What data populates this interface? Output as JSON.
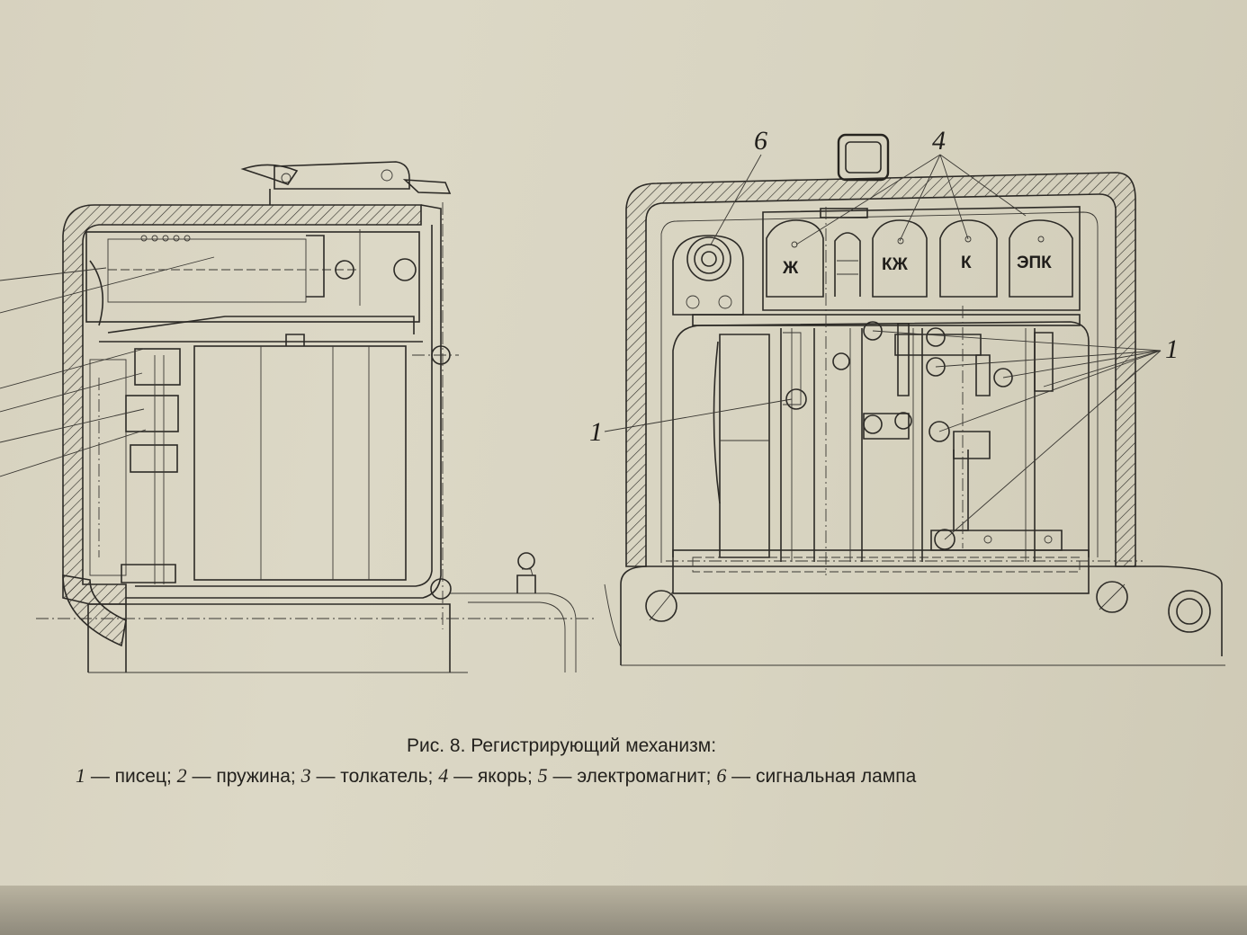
{
  "figure": {
    "callouts": {
      "left_view": [],
      "right_view": [
        {
          "label": "6",
          "name": "signal-lamp"
        },
        {
          "label": "4",
          "name": "armature"
        },
        {
          "label": "1",
          "name": "pen"
        },
        {
          "label": "1",
          "name": "pen"
        }
      ]
    },
    "electromagnet_labels": [
      "Ж",
      "КЖ",
      "К",
      "ЭПК"
    ]
  },
  "caption": {
    "title": "Рис. 8. Регистрирующий механизм:",
    "legend": [
      {
        "num": "1",
        "text": "писец"
      },
      {
        "num": "2",
        "text": "пружина"
      },
      {
        "num": "3",
        "text": "толкатель"
      },
      {
        "num": "4",
        "text": "якорь"
      },
      {
        "num": "5",
        "text": "электромагнит"
      },
      {
        "num": "6",
        "text": "сигнальная лампа"
      }
    ],
    "separator": " — "
  }
}
